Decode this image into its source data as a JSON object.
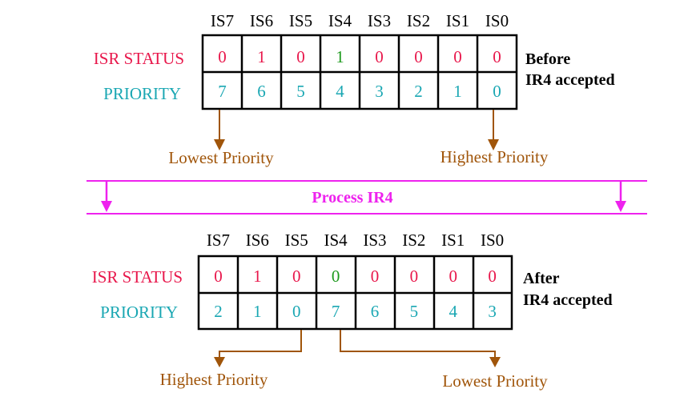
{
  "before": {
    "headers": [
      "IS7",
      "IS6",
      "IS5",
      "IS4",
      "IS3",
      "IS2",
      "IS1",
      "IS0"
    ],
    "isr_label": "ISR STATUS",
    "priority_label": "PRIORITY",
    "isr_values": [
      "0",
      "1",
      "0",
      "1",
      "0",
      "0",
      "0",
      "0"
    ],
    "priority_values": [
      "7",
      "6",
      "5",
      "4",
      "3",
      "2",
      "1",
      "0"
    ],
    "note_line1": "Before",
    "note_line2": "IR4 accepted",
    "lowest_label": "Lowest Priority",
    "highest_label": "Highest Priority"
  },
  "process": {
    "label": "Process IR4"
  },
  "after": {
    "headers": [
      "IS7",
      "IS6",
      "IS5",
      "IS4",
      "IS3",
      "IS2",
      "IS1",
      "IS0"
    ],
    "isr_label": "ISR STATUS",
    "priority_label": "PRIORITY",
    "isr_values": [
      "0",
      "1",
      "0",
      "0",
      "0",
      "0",
      "0",
      "0"
    ],
    "priority_values": [
      "2",
      "1",
      "0",
      "7",
      "6",
      "5",
      "4",
      "3"
    ],
    "note_line1": "After",
    "note_line2": "IR4 accepted",
    "highest_label": "Highest Priority",
    "lowest_label": "Lowest Priority"
  },
  "colors": {
    "isr_label": "#e8174b",
    "priority_label": "#1aa7b3",
    "zero": "#e8174b",
    "one_red": "#e8174b",
    "one_green": "#1f9a1f",
    "priority": "#1aa7b3",
    "arrow_brown": "#a0550a",
    "magenta": "#ee22ee"
  }
}
